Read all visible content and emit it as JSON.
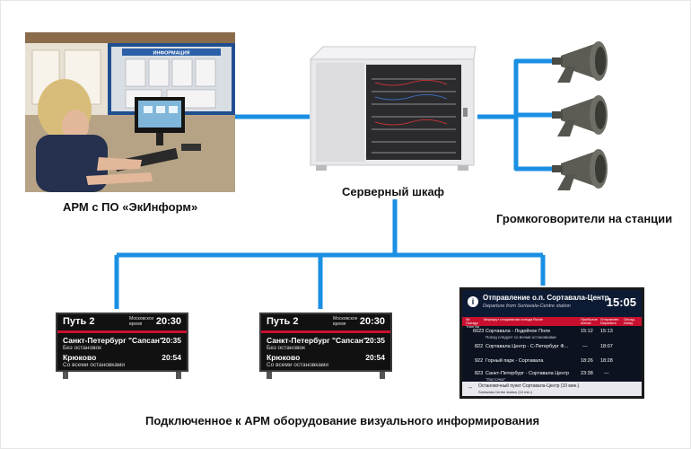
{
  "labels": {
    "workstation": "АРМ с ПО «ЭкИнформ»",
    "server": "Серверный шкаф",
    "speakers": "Громкоговорители на станции",
    "equipment": "Подключенное к АРМ оборудование визуального информирования"
  },
  "photo": {
    "poster_title": "ИНФОРМАЦИЯ"
  },
  "boards": [
    {
      "track": "Путь 2",
      "time_label": "Московское время",
      "clock": "20:30",
      "rows": [
        {
          "dest": "Санкт-Петербург \"Сапсан\"",
          "time": "20:35",
          "note": "Без остановок"
        },
        {
          "dest": "Крюково",
          "time": "20:54",
          "note": "Со всеми остановками"
        }
      ]
    },
    {
      "track": "Путь 2",
      "time_label": "Московское время",
      "clock": "20:30",
      "rows": [
        {
          "dest": "Санкт-Петербург \"Сапсан\"",
          "time": "20:35",
          "note": "Без остановок"
        },
        {
          "dest": "Крюково",
          "time": "20:54",
          "note": "Со всеми остановками"
        }
      ]
    }
  ],
  "departure_board": {
    "info_icon": "i",
    "title": "Отправление о.п. Сортавала-Центр",
    "subtitle": "Departure from Sortavala-Centre station",
    "clock": "15:05",
    "columns": [
      "№ Поезда Train No",
      "Маршрут следования поезда Route",
      "Прибытие Arrival",
      "Отправлен. Departure",
      "Опозд. Delay"
    ],
    "rows": [
      {
        "no": "6023",
        "route": "Сортавала - Лодейное Поле",
        "arr": "15:12",
        "dep": "15:13",
        "note": "Поезд следует со всеми остановками"
      },
      {
        "no": "822",
        "route": "Сортавала Центр - С-Петербург Ф...",
        "arr": "—",
        "dep": "18:07",
        "note": ""
      },
      {
        "no": "922",
        "route": "Горный парк - Сортавала",
        "arr": "18:26",
        "dep": "18:28",
        "note": ""
      },
      {
        "no": "823",
        "route": "Санкт-Петербург - Сортавала Центр",
        "arr": "23:38",
        "dep": "—",
        "note": "\"Ласточка\""
      }
    ],
    "footer_text": "Остановочный пункт Сортавала-Центр (10 мин.)",
    "footer_sub": "Sortavala-Centre station (10 min.)"
  },
  "colors": {
    "connector": "#1a8fe3",
    "board_red": "#c8102e",
    "cabinet": "#e9e9ec"
  }
}
